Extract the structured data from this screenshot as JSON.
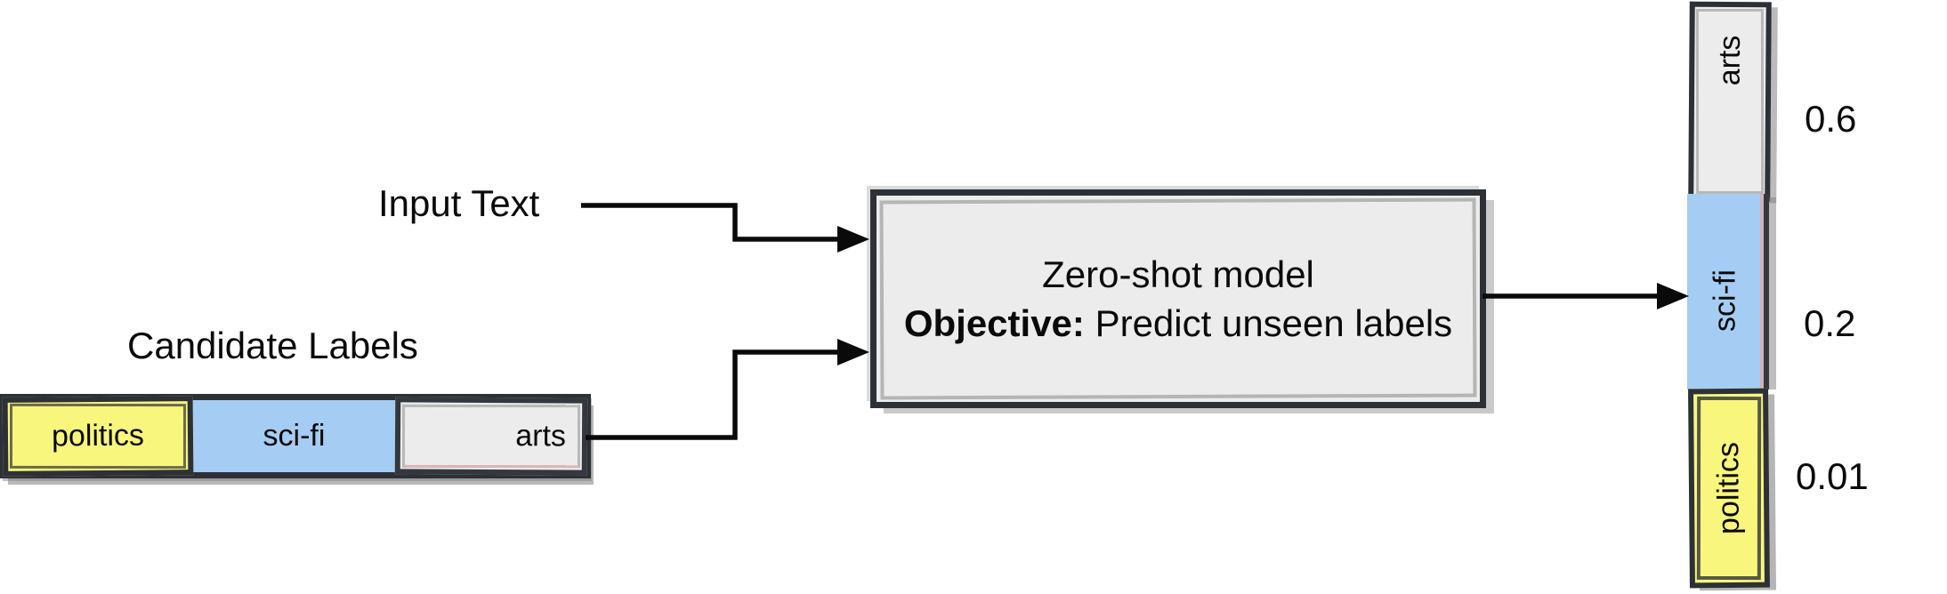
{
  "diagram": {
    "input_text_label": "Input Text",
    "candidate_labels_title": "Candidate Labels",
    "candidate_labels": [
      {
        "label": "politics"
      },
      {
        "label": "sci-fi"
      },
      {
        "label": "arts"
      }
    ],
    "model": {
      "title": "Zero-shot model",
      "objective_label": "Objective:",
      "objective_text": "Predict unseen labels"
    },
    "predictions": [
      {
        "label": "arts",
        "score": "0.6"
      },
      {
        "label": "sci-fi",
        "score": "0.2"
      },
      {
        "label": "politics",
        "score": "0.01"
      }
    ],
    "colors": {
      "politics": "#f9f67e",
      "sci_fi": "#a5cdf3",
      "arts": "#ececec",
      "box_border": "#2d3137",
      "arrow": "#0a0a0a",
      "background": "#ffffff"
    }
  }
}
